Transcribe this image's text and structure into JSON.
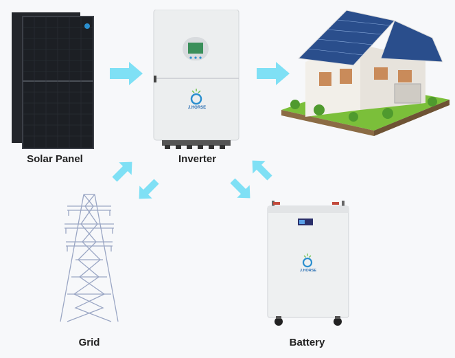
{
  "labels": {
    "solar_panel": "Solar Panel",
    "inverter": "Inverter",
    "grid": "Grid",
    "battery": "Battery"
  },
  "brand": {
    "inverter_brand": "J.HORSE",
    "battery_brand": "J.HORSE"
  },
  "colors": {
    "arrow": "#7fe0f5",
    "panel_frame": "#2a2d33",
    "panel_cell": "#14171c",
    "device_body": "#eceeef",
    "tower_line": "#9aa6c4"
  },
  "icons": {
    "solar_panel": "solar-panel-icon",
    "inverter": "inverter-icon",
    "house": "house-icon",
    "grid": "transmission-tower-icon",
    "battery": "battery-icon"
  }
}
